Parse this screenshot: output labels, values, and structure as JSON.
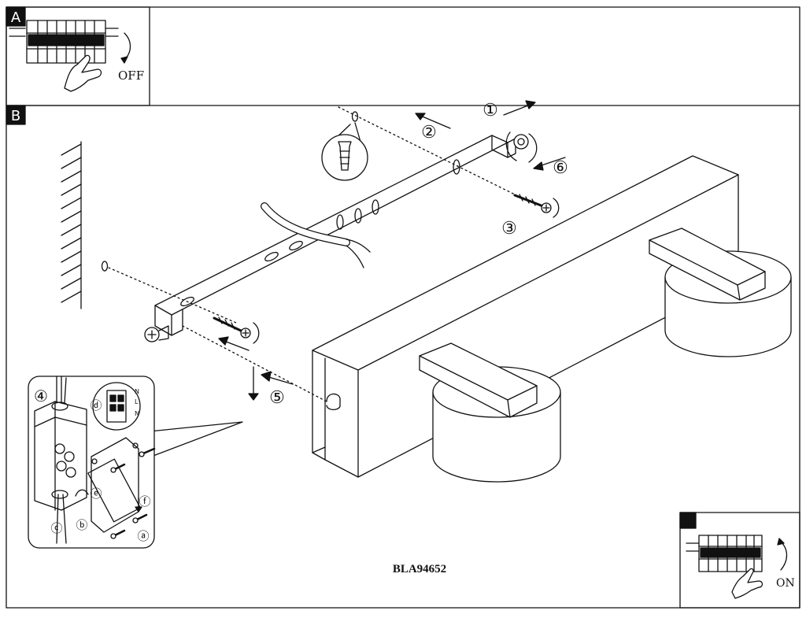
{
  "panels": {
    "a": {
      "letter": "A",
      "state": "OFF"
    },
    "b": {
      "letter": "B"
    },
    "c": {
      "state": "ON"
    }
  },
  "steps": {
    "s1": "①",
    "s2": "②",
    "s3": "③",
    "s4": "④",
    "s5": "⑤",
    "s6": "⑥"
  },
  "sub_steps": {
    "a": "ⓐ",
    "b": "ⓑ",
    "c": "ⓒ",
    "d": "ⓓ",
    "e": "ⓔ",
    "f": "ⓕ"
  },
  "terminal": {
    "n1": "N",
    "l": "L",
    "n2": "N"
  },
  "product_code": "BLA94652",
  "colors": {
    "ink": "#111111",
    "background": "#ffffff",
    "label_box": "#000000"
  }
}
